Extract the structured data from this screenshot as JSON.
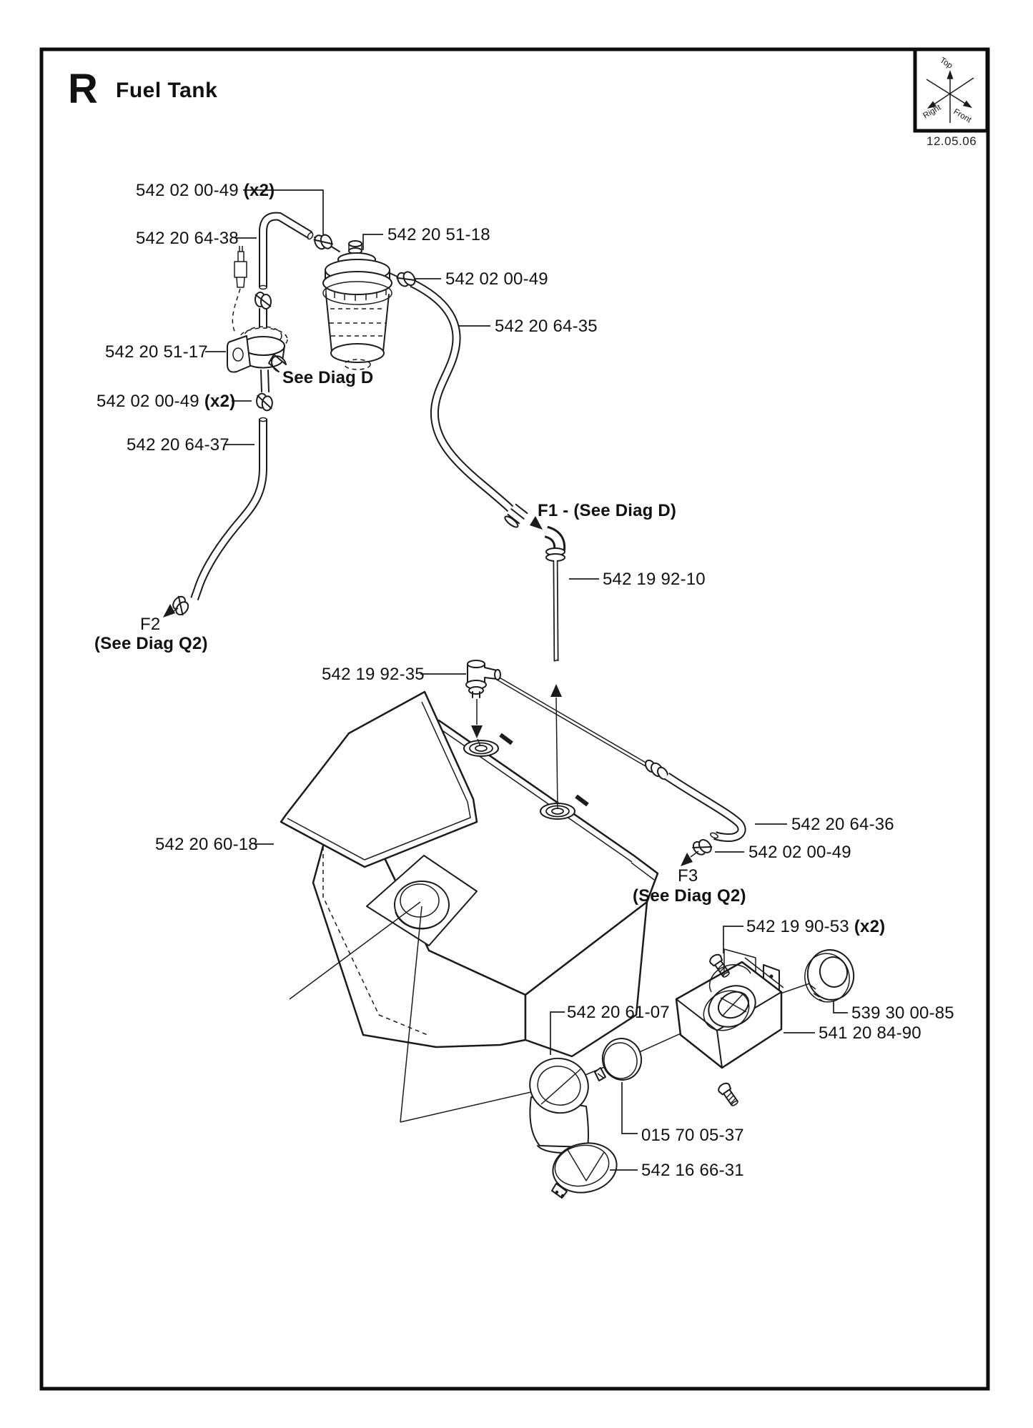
{
  "page": {
    "section_letter": "R",
    "title": "Fuel Tank",
    "date": "12.05.06"
  },
  "compass": {
    "top": "Top",
    "right": "Right",
    "front": "Front"
  },
  "parts": {
    "clamp_upper": {
      "number": "542 02 00-49",
      "qty": "(x2)"
    },
    "hose_upper": {
      "number": "542 20 64-38"
    },
    "fuel_filter": {
      "number": "542 20 51-18"
    },
    "clamp_filter_out": {
      "number": "542 02 00-49"
    },
    "hose_filter_out": {
      "number": "542 20 64-35"
    },
    "fuel_valve": {
      "number": "542 20 51-17"
    },
    "see_diag_d": {
      "text": "See Diag D"
    },
    "clamp_valve": {
      "number": "542 02 00-49",
      "qty": "(x2)"
    },
    "hose_valve_out": {
      "number": "542 20 64-37"
    },
    "f2": {
      "code": "F2",
      "ref": "(See Diag Q2)"
    },
    "f1": {
      "code": "F1 - (See Diag D)"
    },
    "fuel_line": {
      "number": "542 19 92-10"
    },
    "elbow_fitting": {
      "number": "542 19 92-35"
    },
    "fuel_tank": {
      "number": "542 20 60-18"
    },
    "hose_return": {
      "number": "542 20 64-36"
    },
    "clamp_return": {
      "number": "542 02 00-49"
    },
    "f3": {
      "code": "F3",
      "ref": "(See Diag Q2)"
    },
    "screw": {
      "number": "542 19 90-53",
      "qty": "(x2)"
    },
    "filler_neck": {
      "number": "542 20 61-07"
    },
    "seal_ring": {
      "number": "539 30 00-85"
    },
    "filler_housing": {
      "number": "541 20 84-90"
    },
    "hose_clamp": {
      "number": "015 70 05-37"
    },
    "filler_cap": {
      "number": "542 16 66-31"
    }
  }
}
